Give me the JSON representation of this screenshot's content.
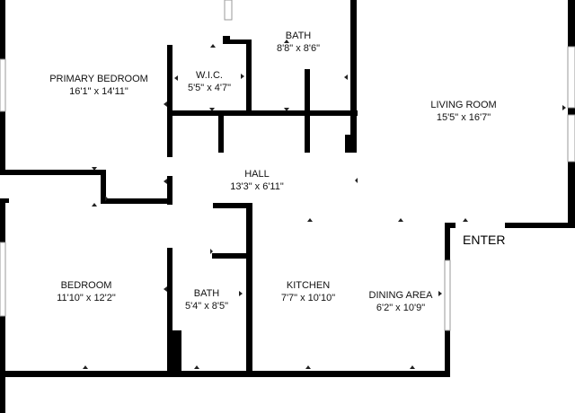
{
  "rooms": [
    {
      "id": "primary-bedroom",
      "name": "PRIMARY BEDROOM",
      "dims": "16'1\" x 14'11\""
    },
    {
      "id": "wic",
      "name": "W.I.C.",
      "dims": "5'5\" x 4'7\""
    },
    {
      "id": "bath-upper",
      "name": "BATH",
      "dims": "8'8\" x 8'6\""
    },
    {
      "id": "living-room",
      "name": "LIVING ROOM",
      "dims": "15'5\" x 16'7\""
    },
    {
      "id": "hall",
      "name": "HALL",
      "dims": "13'3\" x 6'11\""
    },
    {
      "id": "bedroom",
      "name": "BEDROOM",
      "dims": "11'10\" x 12'2\""
    },
    {
      "id": "bath-lower",
      "name": "BATH",
      "dims": "5'4\" x 8'5\""
    },
    {
      "id": "kitchen",
      "name": "KITCHEN",
      "dims": "7'7\" x 10'10\""
    },
    {
      "id": "dining-area",
      "name": "DINING AREA",
      "dims": "6'2\" x 10'9\""
    }
  ],
  "entrance_label": "ENTER",
  "colors": {
    "wall": "#000000",
    "background": "#ffffff",
    "text": "#111111"
  }
}
